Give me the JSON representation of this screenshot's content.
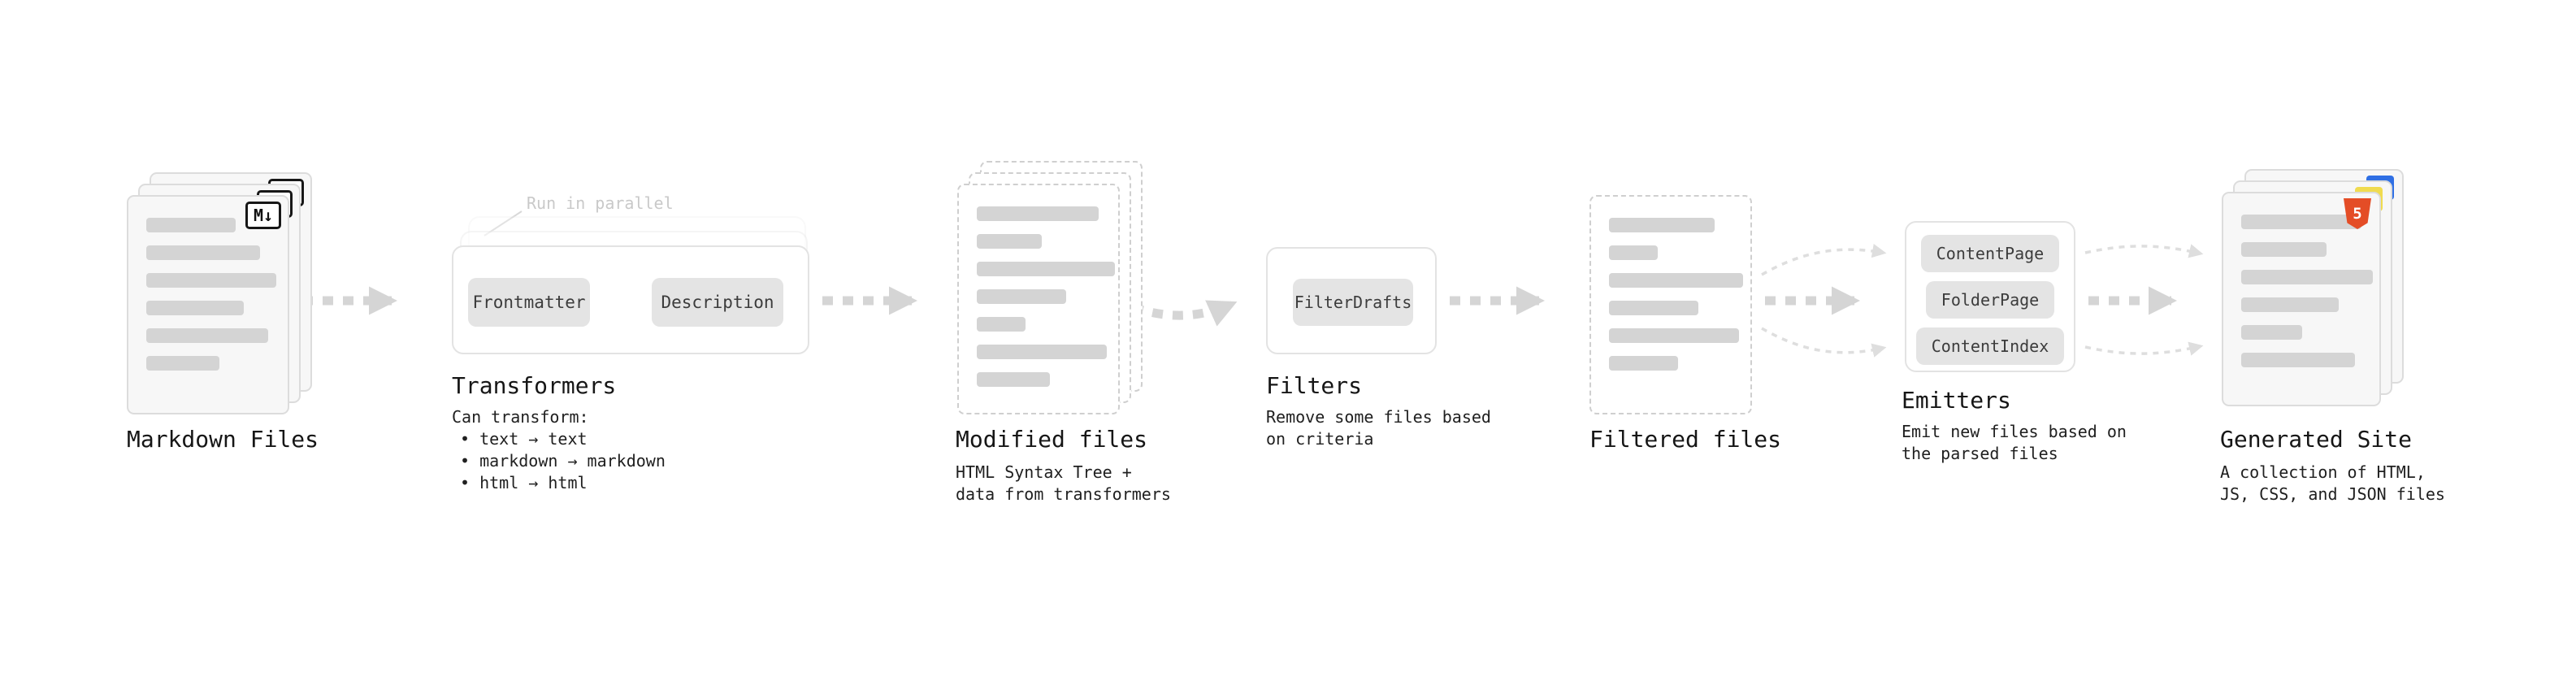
{
  "stages": {
    "markdown_files": {
      "label": "Markdown Files"
    },
    "transformers": {
      "label": "Transformers",
      "annotation": "Run in parallel",
      "plugins": [
        "Frontmatter",
        "Description"
      ],
      "desc": [
        "Can transform:",
        "• text → text",
        "• markdown → markdown",
        "• html → html"
      ]
    },
    "modified_files": {
      "label": "Modified files",
      "desc": [
        "HTML Syntax Tree +",
        "data from transformers"
      ]
    },
    "filters": {
      "label": "Filters",
      "plugins": [
        "FilterDrafts"
      ],
      "desc": [
        "Remove some files based",
        "on criteria"
      ]
    },
    "filtered_files": {
      "label": "Filtered files"
    },
    "emitters": {
      "label": "Emitters",
      "plugins": [
        "ContentPage",
        "FolderPage",
        "ContentIndex"
      ],
      "desc": [
        "Emit new files based on",
        "the parsed files"
      ]
    },
    "generated_site": {
      "label": "Generated Site",
      "desc": [
        "A collection of HTML,",
        "JS, CSS, and JSON files"
      ]
    }
  },
  "icons": {
    "markdown_badge": "M↓",
    "html5_badge": "5"
  },
  "colors": {
    "arrow": "#d5d5d5",
    "html5_orange": "#e44d26",
    "js_yellow": "#f0db4f",
    "css_blue": "#2f6fe4"
  }
}
